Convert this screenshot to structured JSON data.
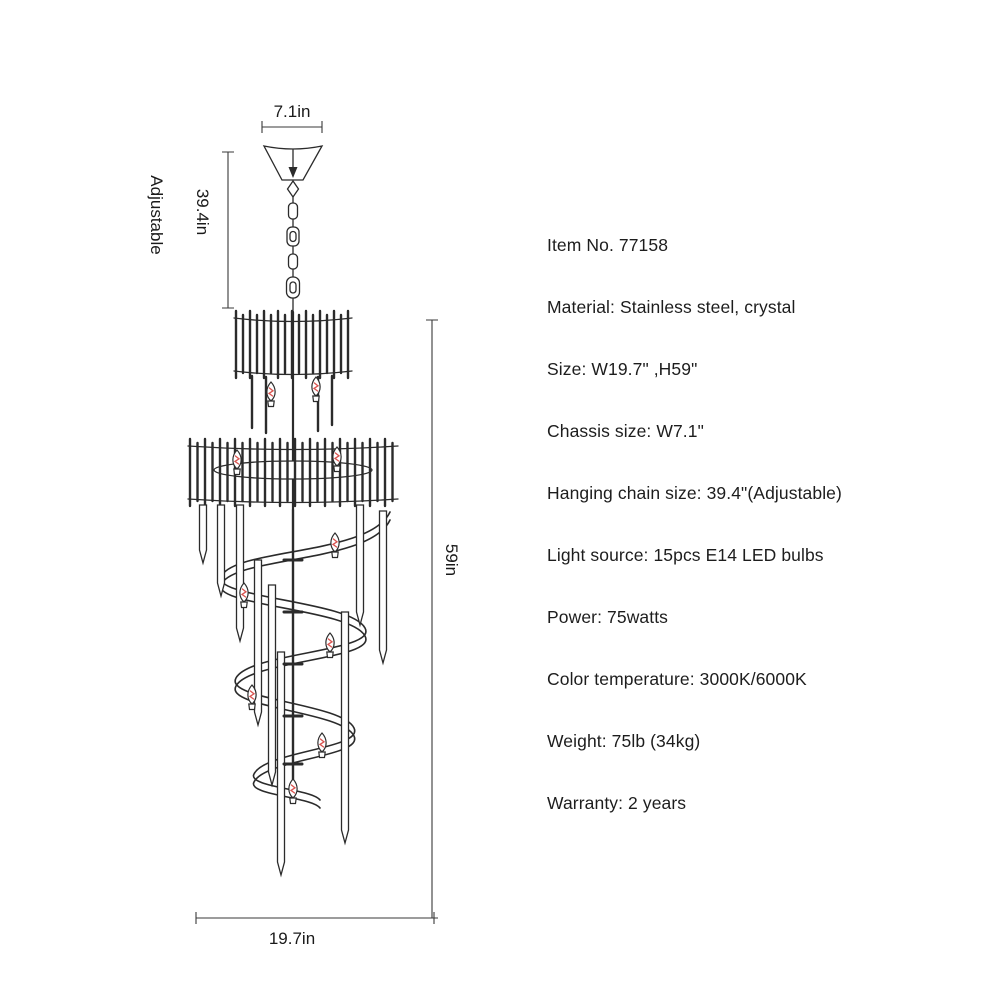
{
  "dimensions": {
    "chassis_width": "7.1in",
    "chain_note": "Adjustable",
    "chain_length": "39.4in",
    "body_height": "59in",
    "body_width": "19.7in"
  },
  "specs": {
    "item_no": "Item No. 77158",
    "material": "Material: Stainless steel, crystal",
    "size": "Size: W19.7\" ,H59\"",
    "chassis": "Chassis size: W7.1\"",
    "chain": "Hanging chain size: 39.4\"(Adjustable)",
    "light_source": "Light source: 15pcs E14 LED bulbs",
    "power": "Power: 75watts",
    "color_temp": "Color temperature: 3000K/6000K",
    "weight": "Weight: 75lb (34kg)",
    "warranty": "Warranty: 2 years"
  },
  "colors": {
    "line": "#2b2b2b",
    "bulb_accent": "#d9534f",
    "text": "#1a1a1a"
  }
}
